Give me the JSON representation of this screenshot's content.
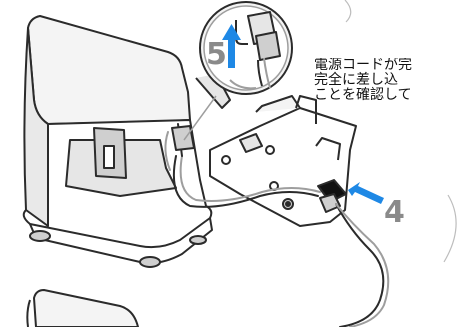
{
  "steps": [
    {
      "number": "5",
      "arrow": "up",
      "color": "#1e88e5",
      "label_color": "#8a8a8a"
    },
    {
      "number": "4",
      "arrow": "left",
      "color": "#1e88e5",
      "label_color": "#8a8a8a"
    }
  ],
  "note_lines": [
    "電源コードが完",
    "完全に差し込",
    "ことを確認して"
  ],
  "colors": {
    "line": "#2b2b2b",
    "shade": "#e6e6e6",
    "shade_dark": "#cfcfcf",
    "accent": "#1e88e5"
  }
}
